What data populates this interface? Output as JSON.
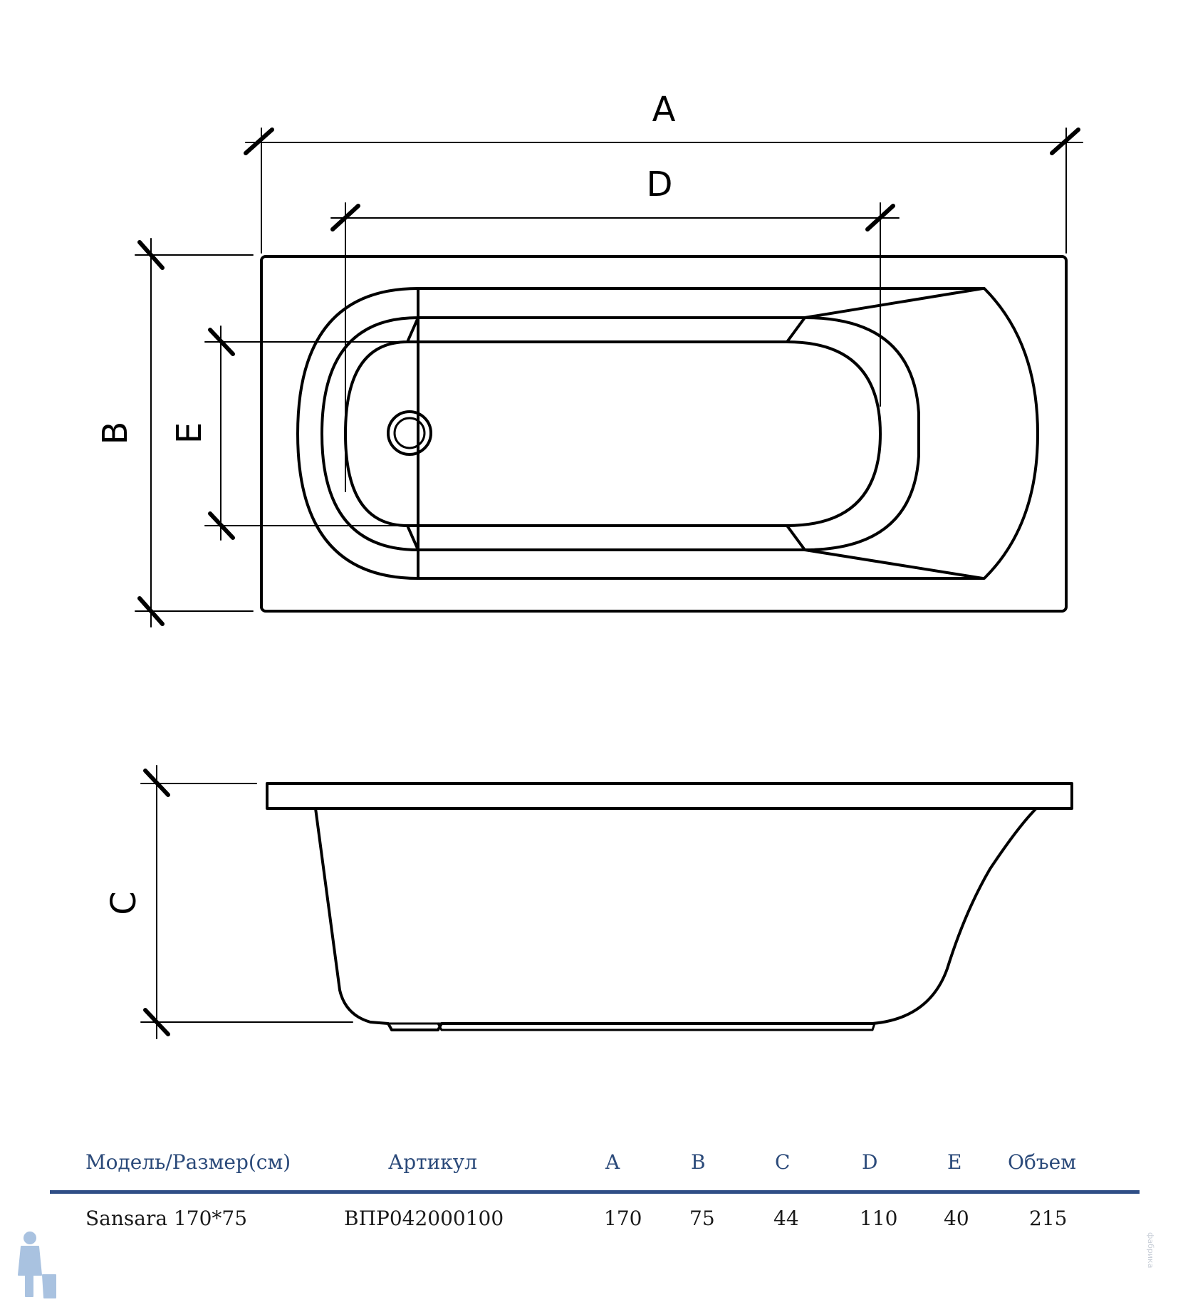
{
  "dimensions": {
    "a": "A",
    "b": "B",
    "c": "C",
    "d": "D",
    "e": "E"
  },
  "table": {
    "headers": [
      "Модель/Размер(см)",
      "Артикул",
      "A",
      "B",
      "C",
      "D",
      "E",
      "Объем"
    ],
    "rows": [
      [
        "Sansara 170*75",
        "ВПР042000100",
        "170",
        "75",
        "44",
        "110",
        "40",
        "215"
      ]
    ]
  },
  "watermark": "фабрика",
  "colors": {
    "header_text": "#2b4a7a",
    "rule": "#2f4e86",
    "logo": "#a9c2e0"
  }
}
